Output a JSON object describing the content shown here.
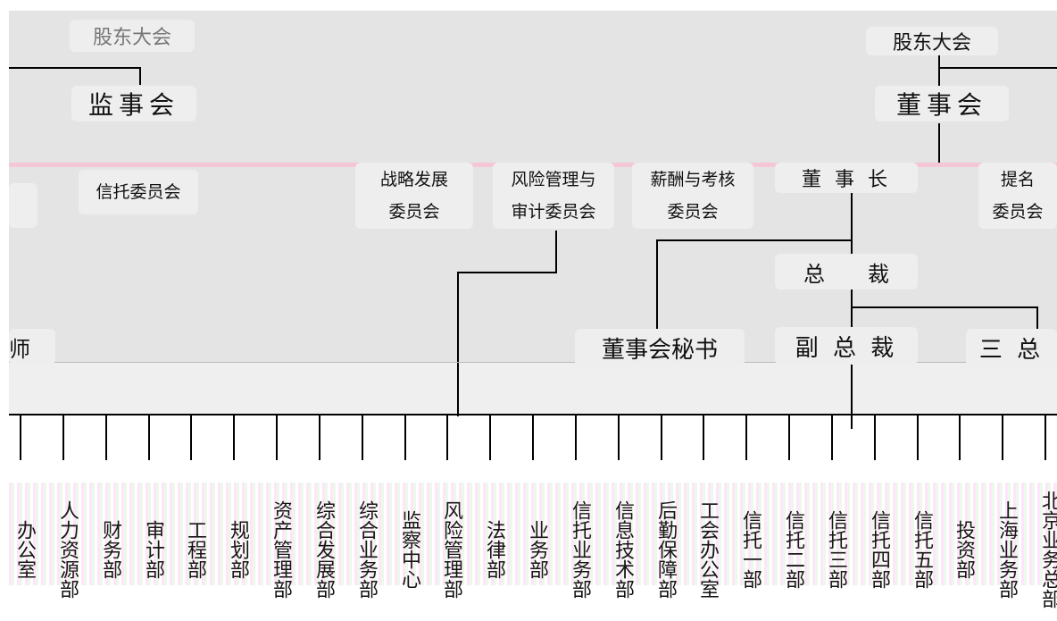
{
  "top_left": {
    "shareholders": "股东大会",
    "supervisors": "监事会"
  },
  "top_right": {
    "shareholders": "股东大会",
    "board": "董事会"
  },
  "committees": {
    "trust": "信托委员会",
    "strategy": [
      "战略发展",
      "委员会"
    ],
    "risk_audit": [
      "风险管理与",
      "审计委员会"
    ],
    "compensation": [
      "薪酬与考核",
      "委员会"
    ],
    "nomination": [
      "提名",
      "委员会"
    ]
  },
  "executives": {
    "chairman": "董 事 长",
    "president": "总　　裁",
    "board_secretary": "董事会秘书",
    "vice_president": "副 总 裁",
    "three_chiefs": "三 总",
    "counsel": "师"
  },
  "departments": [
    "办公室",
    "人力资源部",
    "财务部",
    "审计部",
    "工程部",
    "规划部",
    "资产管理部",
    "综合发展部",
    "综合业务部",
    "监察中心",
    "风险管理部",
    "法律部",
    "业务部",
    "信托业务部",
    "信息技术部",
    "后勤保障部",
    "工会办公室",
    "信托一部",
    "信托二部",
    "信托三部",
    "信托四部",
    "信托五部",
    "投资部",
    "上海业务部",
    "北京业务总部"
  ],
  "colors": {
    "line": "#000000",
    "panel": "#e4e4e4",
    "node": "#eeeeee"
  }
}
